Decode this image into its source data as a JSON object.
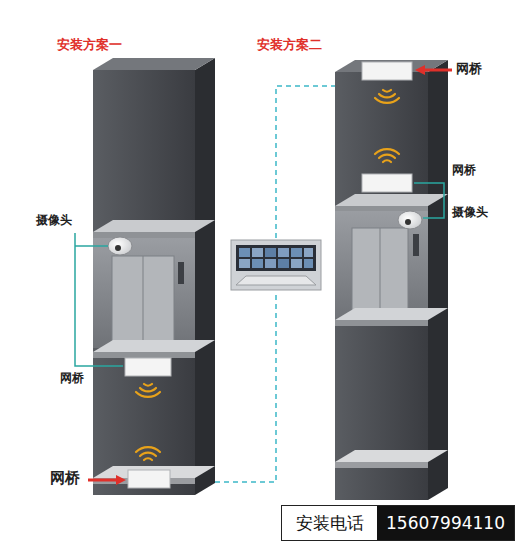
{
  "diagram": {
    "nodes": [
      {
        "text": [
          "安装电话",
          "15607994110"
        ]
      }
    ],
    "labels": [
      "安装方案一",
      "安装方案二",
      "摄像头",
      "网桥",
      "网桥",
      "网桥",
      "网桥",
      "摄像头"
    ]
  }
}
